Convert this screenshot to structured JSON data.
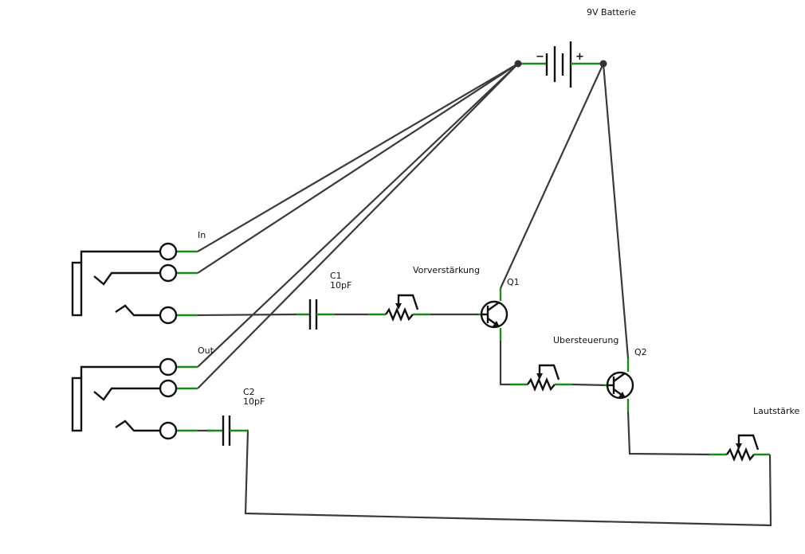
{
  "labels": {
    "battery": "9V Batterie",
    "battery_minus": "−",
    "battery_plus": "+",
    "in_jack": "In",
    "out_jack": "Out",
    "c1_name": "C1",
    "c1_value": "10pF",
    "c2_name": "C2",
    "c2_value": "10pF",
    "pot_gain": "Vorverstärkung",
    "pot_drive": "Ubersteuerung",
    "pot_volume": "Lautstärke",
    "q1": "Q1",
    "q2": "Q2"
  },
  "colors": {
    "wire": "#3a3a3a",
    "symbol": "#111111",
    "pin_lead": "#1a8a1a",
    "background": "#ffffff"
  }
}
